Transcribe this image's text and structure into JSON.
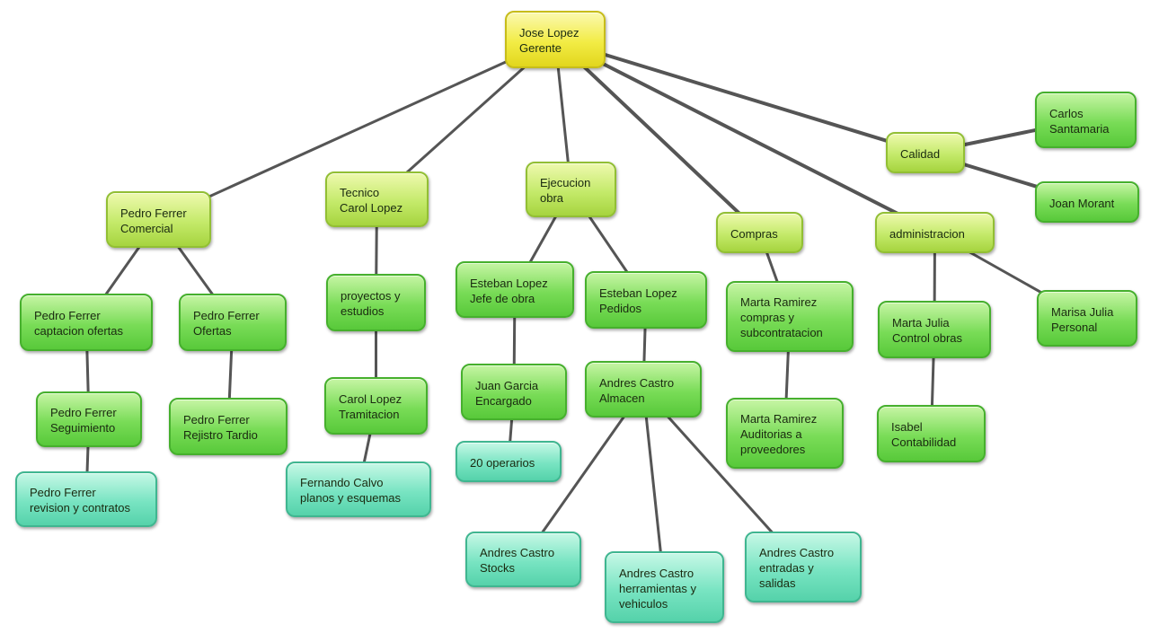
{
  "nodes": {
    "gerente": {
      "lines": [
        "Jose Lopez",
        "Gerente"
      ],
      "color": "yellow"
    },
    "comercial": {
      "lines": [
        "Pedro Ferrer",
        "Comercial"
      ],
      "color": "lime"
    },
    "tecnico": {
      "lines": [
        "Tecnico",
        "Carol Lopez"
      ],
      "color": "lime"
    },
    "ejecucion": {
      "lines": [
        "Ejecucion",
        "obra"
      ],
      "color": "lime"
    },
    "compras": {
      "lines": [
        "Compras"
      ],
      "color": "lime"
    },
    "administracion": {
      "lines": [
        "administracion"
      ],
      "color": "lime"
    },
    "calidad": {
      "lines": [
        "Calidad"
      ],
      "color": "lime"
    },
    "carlos": {
      "lines": [
        "Carlos",
        "Santamaria"
      ],
      "color": "green"
    },
    "joan": {
      "lines": [
        "Joan Morant"
      ],
      "color": "green"
    },
    "captacion": {
      "lines": [
        "Pedro Ferrer",
        "captacion ofertas"
      ],
      "color": "green"
    },
    "ofertas": {
      "lines": [
        "Pedro Ferrer",
        "Ofertas"
      ],
      "color": "green"
    },
    "seguimiento": {
      "lines": [
        "Pedro Ferrer",
        "Seguimiento"
      ],
      "color": "green"
    },
    "rejistro": {
      "lines": [
        "Pedro Ferrer",
        "Rejistro Tardio"
      ],
      "color": "green"
    },
    "revision": {
      "lines": [
        "Pedro Ferrer",
        "revision y contratos"
      ],
      "color": "teal"
    },
    "proyectos": {
      "lines": [
        "proyectos y",
        "estudios"
      ],
      "color": "green"
    },
    "tramitacion": {
      "lines": [
        "Carol Lopez",
        "Tramitacion"
      ],
      "color": "green"
    },
    "fernando": {
      "lines": [
        "Fernando Calvo",
        "planos y esquemas"
      ],
      "color": "teal"
    },
    "jefe_obra": {
      "lines": [
        "Esteban Lopez",
        "Jefe de obra"
      ],
      "color": "green"
    },
    "pedidos": {
      "lines": [
        "Esteban Lopez",
        "Pedidos"
      ],
      "color": "green"
    },
    "juan": {
      "lines": [
        "Juan Garcia",
        "Encargado"
      ],
      "color": "green"
    },
    "operarios": {
      "lines": [
        "20 operarios"
      ],
      "color": "teal"
    },
    "almacen": {
      "lines": [
        "Andres Castro",
        "Almacen"
      ],
      "color": "green"
    },
    "stocks": {
      "lines": [
        "Andres Castro",
        "Stocks"
      ],
      "color": "teal"
    },
    "herramientas": {
      "lines": [
        "Andres Castro",
        "herramientas y",
        "vehiculos"
      ],
      "color": "teal"
    },
    "entradas": {
      "lines": [
        "Andres Castro",
        "entradas y",
        "salidas"
      ],
      "color": "teal"
    },
    "marta_compras": {
      "lines": [
        "Marta Ramirez",
        "compras y",
        "subcontratacion"
      ],
      "color": "green"
    },
    "marta_auditorias": {
      "lines": [
        "Marta Ramirez",
        "Auditorias a",
        "proveedores"
      ],
      "color": "green"
    },
    "marta_julia": {
      "lines": [
        "Marta Julia",
        "Control obras"
      ],
      "color": "green"
    },
    "marisa": {
      "lines": [
        "Marisa Julia",
        "Personal"
      ],
      "color": "green"
    },
    "isabel": {
      "lines": [
        "Isabel",
        "Contabilidad"
      ],
      "color": "green"
    }
  },
  "edges": [
    [
      "gerente",
      "comercial"
    ],
    [
      "gerente",
      "tecnico"
    ],
    [
      "gerente",
      "ejecucion"
    ],
    [
      "gerente",
      "compras"
    ],
    [
      "gerente",
      "administracion"
    ],
    [
      "gerente",
      "calidad"
    ],
    [
      "calidad",
      "carlos"
    ],
    [
      "calidad",
      "joan"
    ],
    [
      "comercial",
      "captacion"
    ],
    [
      "comercial",
      "ofertas"
    ],
    [
      "captacion",
      "seguimiento"
    ],
    [
      "seguimiento",
      "revision"
    ],
    [
      "ofertas",
      "rejistro"
    ],
    [
      "tecnico",
      "proyectos"
    ],
    [
      "proyectos",
      "tramitacion"
    ],
    [
      "tramitacion",
      "fernando"
    ],
    [
      "ejecucion",
      "jefe_obra"
    ],
    [
      "ejecucion",
      "pedidos"
    ],
    [
      "jefe_obra",
      "juan"
    ],
    [
      "juan",
      "operarios"
    ],
    [
      "pedidos",
      "almacen"
    ],
    [
      "almacen",
      "stocks"
    ],
    [
      "almacen",
      "herramientas"
    ],
    [
      "almacen",
      "entradas"
    ],
    [
      "compras",
      "marta_compras"
    ],
    [
      "marta_compras",
      "marta_auditorias"
    ],
    [
      "administracion",
      "marta_julia"
    ],
    [
      "administracion",
      "marisa"
    ],
    [
      "marta_julia",
      "isabel"
    ]
  ],
  "edge_color": "#555555"
}
